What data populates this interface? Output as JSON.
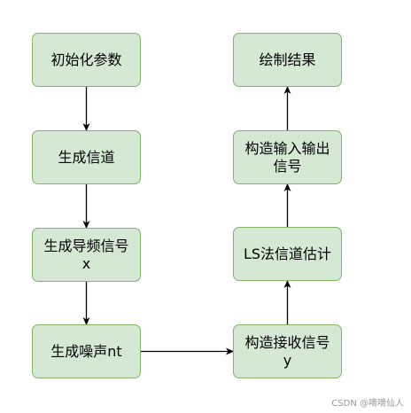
{
  "nodes": {
    "init": "初始化参数",
    "channel": "生成信道",
    "pilot": "生成导频信号\nx",
    "noise": "生成噪声nt",
    "receive": "构造接收信号\ny",
    "ls_estimate": "LS法信道估计",
    "io_signal": "构造输入输出\n信号",
    "plot": "绘制结果"
  },
  "edges": [
    {
      "from": "init",
      "to": "channel"
    },
    {
      "from": "channel",
      "to": "pilot"
    },
    {
      "from": "pilot",
      "to": "noise"
    },
    {
      "from": "noise",
      "to": "receive"
    },
    {
      "from": "receive",
      "to": "ls_estimate"
    },
    {
      "from": "ls_estimate",
      "to": "io_signal"
    },
    {
      "from": "io_signal",
      "to": "plot"
    }
  ],
  "colors": {
    "node_fill": "#d5e8d4",
    "node_border": "#82b366",
    "edge": "#000000"
  },
  "watermark": "CSDN @嘀嘀仙人"
}
